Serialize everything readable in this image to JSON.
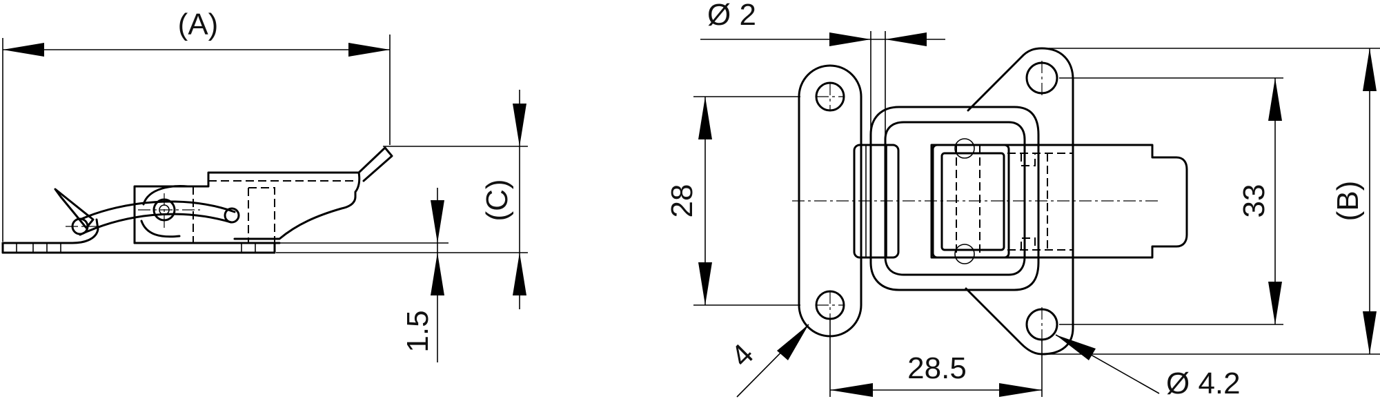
{
  "drawing": {
    "labels": {
      "dim_a": "(A)",
      "dim_b": "(B)",
      "dim_c": "(C)",
      "thickness": "1.5",
      "hole_small": "Ø 2",
      "hole_large": "Ø 4.2",
      "radius": "4",
      "height_28": "28",
      "height_33": "33",
      "width_28_5": "28.5"
    },
    "colors": {
      "line": "#000000",
      "background": "#ffffff"
    }
  }
}
